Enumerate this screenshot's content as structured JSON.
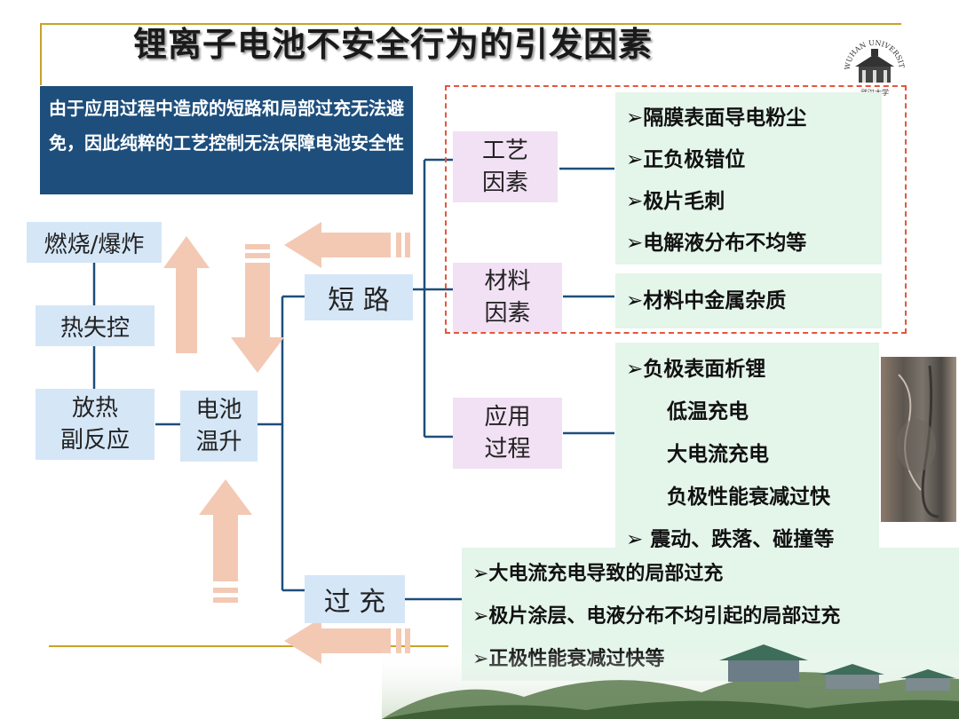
{
  "title": "锂离子电池不安全行为的引发因素",
  "note": "由于应用过程中造成的短路和局部过充无法避免，因此纯粹的工艺控制无法保障电池安全性",
  "left": {
    "burn": "燃烧/爆炸",
    "runaway": "热失控",
    "exo_line1": "放热",
    "exo_line2": "副反应",
    "temp_line1": "电池",
    "temp_line2": "温升"
  },
  "center": {
    "short": "短 路",
    "overcharge": "过 充"
  },
  "factors": {
    "process_line1": "工艺",
    "process_line2": "因素",
    "material_line1": "材料",
    "material_line2": "因素",
    "usage_line1": "应用",
    "usage_line2": "过程"
  },
  "lists": {
    "process": [
      "➢隔膜表面导电粉尘",
      "➢正负极错位",
      "➢极片毛刺",
      "➢电解液分布不均等"
    ],
    "material": [
      "➢材料中金属杂质"
    ],
    "usage": [
      "➢负极表面析锂",
      "低温充电",
      "大电流充电",
      "负极性能衰减过快",
      "➢ 震动、跌落、碰撞等"
    ],
    "overcharge": [
      "➢大电流充电导致的局部过充",
      "➢极片涂层、电液分布不均引起的局部过充",
      "➢正极性能衰减过快等"
    ]
  },
  "logo": {
    "text": "WUHAN UNIVERSITY",
    "chinese": "武汉大学"
  },
  "colors": {
    "note_bg": "#1d4e7c",
    "arrow": "#f3c9b4",
    "line": "#1d4e7c",
    "dashed_frame": "#e4563c",
    "gold_rule": "#c9a227"
  }
}
